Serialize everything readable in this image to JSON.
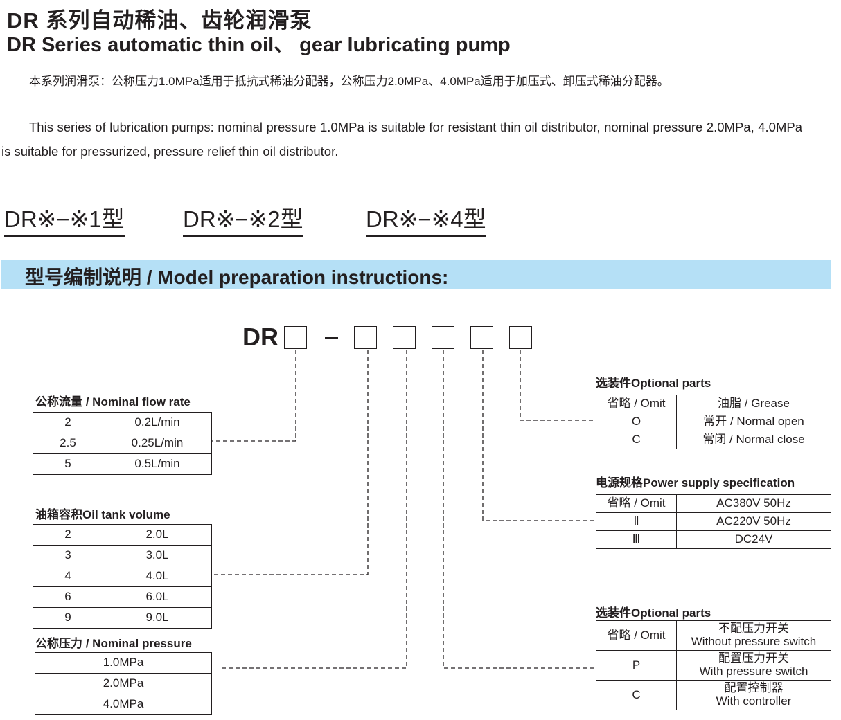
{
  "title_zh": "DR 系列自动稀油、齿轮润滑泵",
  "title_en": "DR Series automatic thin oil、 gear lubricating pump",
  "desc_zh": "本系列润滑泵：公称压力1.0MPa适用于抵抗式稀油分配器，公称压力2.0MPa、4.0MPa适用于加压式、卸压式稀油分配器。",
  "desc_en": "This series of lubrication pumps: nominal pressure 1.0MPa is suitable for resistant thin oil distributor, nominal pressure 2.0MPa, 4.0MPa is suitable for pressurized, pressure relief thin oil distributor.",
  "models": [
    "DR※−※1型",
    "DR※−※2型",
    "DR※−※4型"
  ],
  "section_title": "型号编制说明 / Model preparation instructions:",
  "code_prefix": "DR",
  "flow": {
    "title": "公称流量 / Nominal flow rate",
    "rows": [
      [
        "2",
        "0.2L/min"
      ],
      [
        "2.5",
        "0.25L/min"
      ],
      [
        "5",
        "0.5L/min"
      ]
    ]
  },
  "tank": {
    "title": "油箱容积Oil tank volume",
    "rows": [
      [
        "2",
        "2.0L"
      ],
      [
        "3",
        "3.0L"
      ],
      [
        "4",
        "4.0L"
      ],
      [
        "6",
        "6.0L"
      ],
      [
        "9",
        "9.0L"
      ]
    ]
  },
  "pressure": {
    "title": "公称压力 / Nominal pressure",
    "rows": [
      "1.0MPa",
      "2.0MPa",
      "4.0MPa"
    ]
  },
  "opt1": {
    "title": "选装件Optional parts",
    "rows": [
      [
        "省略 / Omit",
        "油脂 / Grease"
      ],
      [
        "O",
        "常开 / Normal open"
      ],
      [
        "C",
        "常闭 / Normal close"
      ]
    ]
  },
  "power": {
    "title": "电源规格Power supply specification",
    "rows": [
      [
        "省略 / Omit",
        "AC380V 50Hz"
      ],
      [
        "Ⅱ",
        "AC220V 50Hz"
      ],
      [
        "Ⅲ",
        "DC24V"
      ]
    ]
  },
  "opt2": {
    "title": "选装件Optional parts",
    "rows": [
      [
        "省略 / Omit",
        "不配压力开关",
        "Without pressure switch"
      ],
      [
        "P",
        "配置压力开关",
        "With pressure switch"
      ],
      [
        "C",
        "配置控制器",
        "With controller"
      ]
    ]
  }
}
